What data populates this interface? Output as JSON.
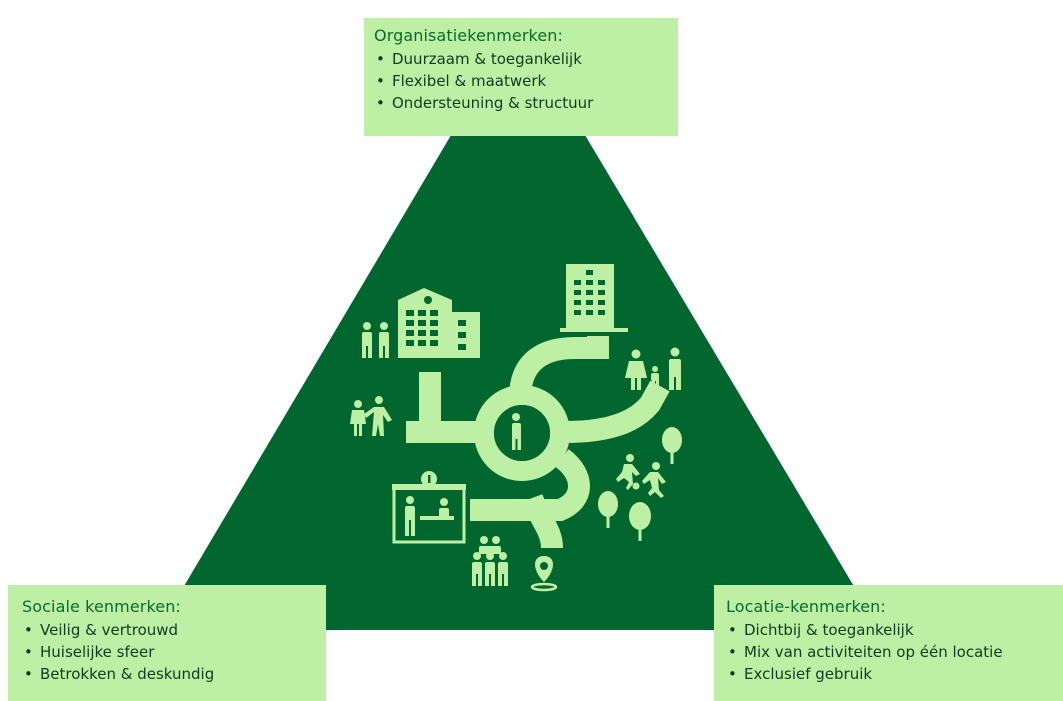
{
  "colors": {
    "triangle": "#02672f",
    "road": "#bdf0a4",
    "panel": "#bdf0a4",
    "heading": "#0b6a2c",
    "text": "#0d3d1f"
  },
  "organisation": {
    "title": "Organisatiekenmerken:",
    "items": [
      "Duurzaam & toegankelijk",
      "Flexibel & maatwerk",
      "Ondersteuning & structuur"
    ]
  },
  "social": {
    "title": "Sociale kenmerken:",
    "items": [
      "Veilig & vertrouwd",
      "Huiselijke sfeer",
      "Betrokken & deskundig"
    ]
  },
  "location": {
    "title": "Locatie-kenmerken:",
    "items": [
      "Dichtbij & toegankelijk",
      "Mix van activiteiten op één locatie",
      "Exclusief gebruik"
    ]
  },
  "icons": [
    "building-icon",
    "apartment-icon",
    "people-pair-icon",
    "greeting-people-icon",
    "person-icon",
    "family-icon",
    "info-desk-icon",
    "football-players-icon",
    "tree-icon",
    "group-icon",
    "location-pin-icon",
    "road-network-icon"
  ]
}
